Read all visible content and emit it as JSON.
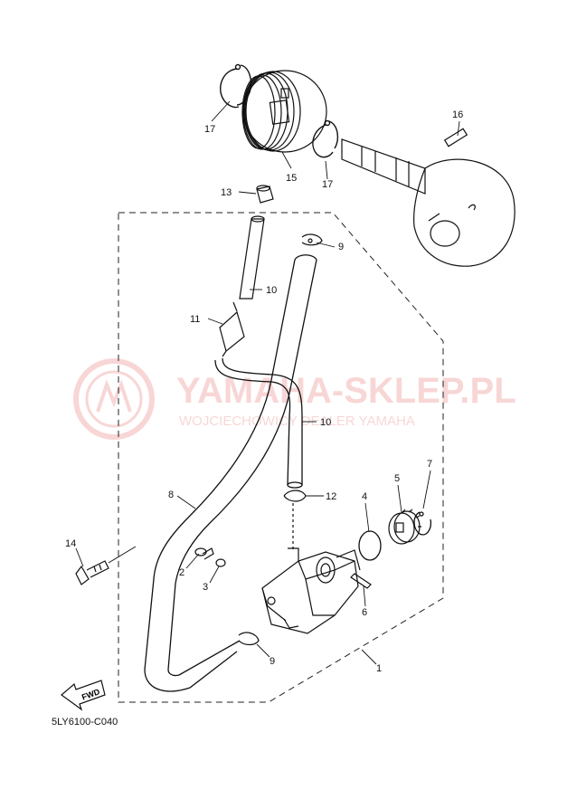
{
  "diagram": {
    "code": "5LY6100-C040",
    "fwd_label": "FWD",
    "callouts": [
      {
        "id": "c17a",
        "text": "17"
      },
      {
        "id": "c15",
        "text": "15"
      },
      {
        "id": "c17b",
        "text": "17"
      },
      {
        "id": "c16",
        "text": "16"
      },
      {
        "id": "c13",
        "text": "13"
      },
      {
        "id": "c9a",
        "text": "9"
      },
      {
        "id": "c10a",
        "text": "10"
      },
      {
        "id": "c11",
        "text": "11"
      },
      {
        "id": "c10b",
        "text": "10"
      },
      {
        "id": "c8",
        "text": "8"
      },
      {
        "id": "c12",
        "text": "12"
      },
      {
        "id": "c4",
        "text": "4"
      },
      {
        "id": "c5",
        "text": "5"
      },
      {
        "id": "c7",
        "text": "7"
      },
      {
        "id": "c14",
        "text": "14"
      },
      {
        "id": "c2",
        "text": "2"
      },
      {
        "id": "c3",
        "text": "3"
      },
      {
        "id": "c6",
        "text": "6"
      },
      {
        "id": "c9b",
        "text": "9"
      },
      {
        "id": "c1",
        "text": "1"
      }
    ]
  },
  "watermark": {
    "title": "YAMAHA-SKLEP.PL",
    "subtitle": "WOJCIECHOWICY DEALER YAMAHA",
    "color": "#e24b4b"
  }
}
